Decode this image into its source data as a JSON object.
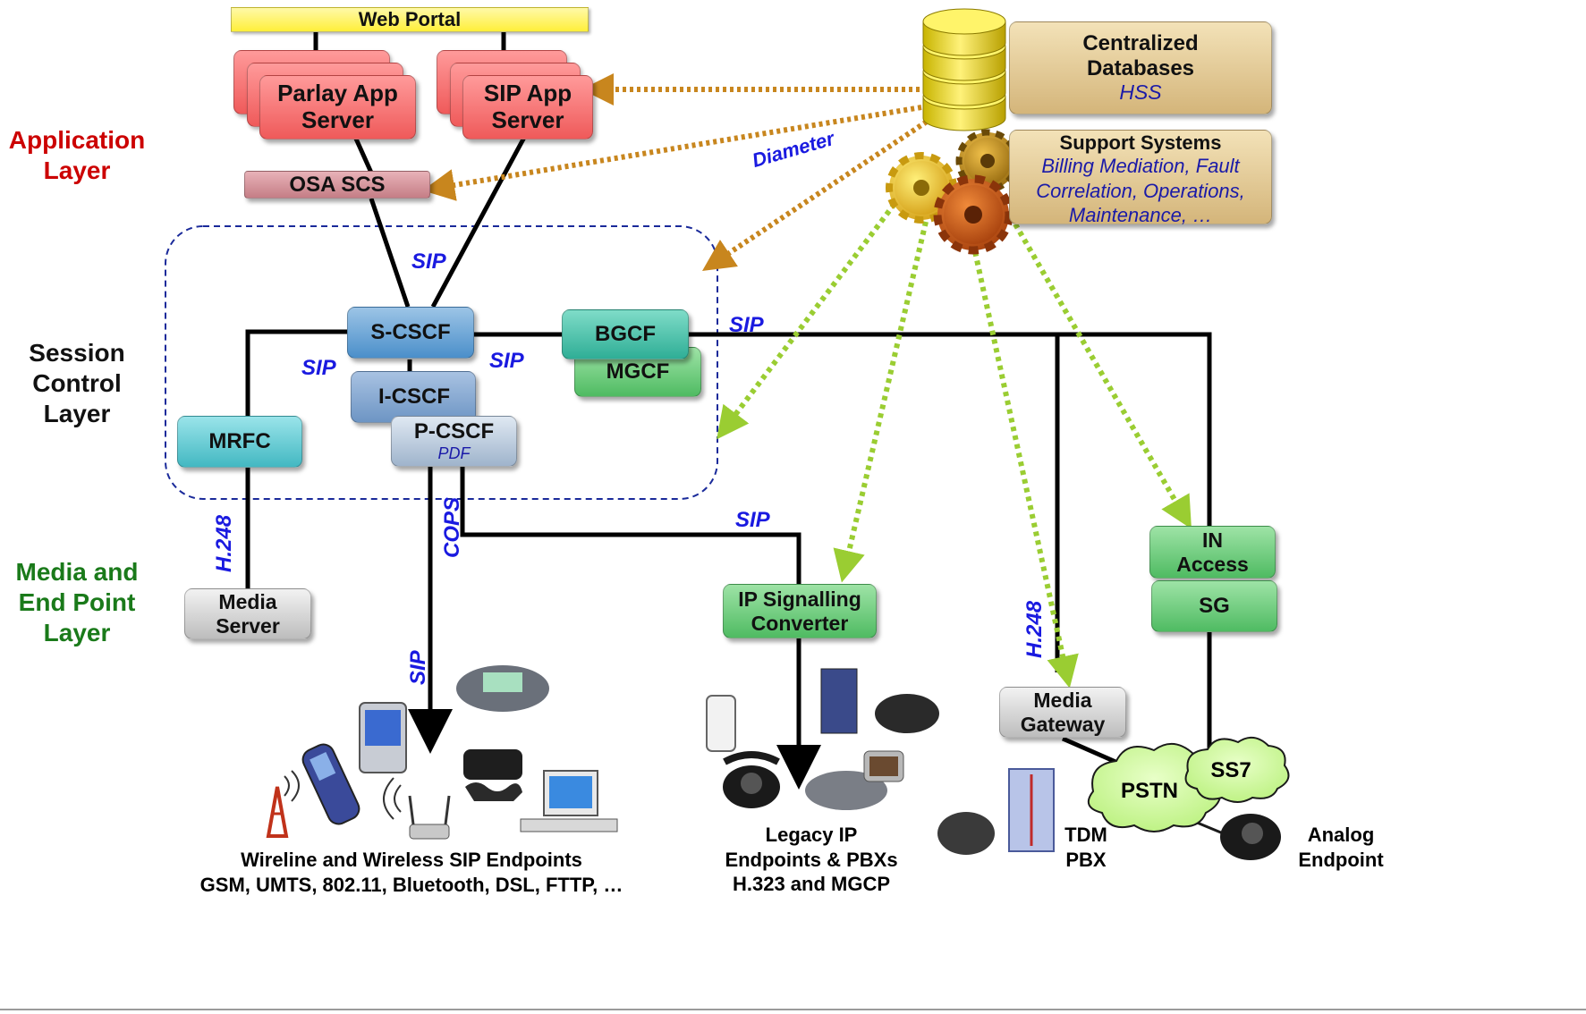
{
  "layers": {
    "application": "Application\nLayer",
    "session": "Session\nControl\nLayer",
    "media": "Media and\nEnd Point\nLayer"
  },
  "colors": {
    "application_layer": "#cc0000",
    "session_layer": "#111111",
    "media_layer": "#1a7a1a",
    "protocol": "#1a1ae0",
    "diameter_arrow": "#c8861e",
    "support_arrow": "#9acd32"
  },
  "nodes": {
    "web_portal": "Web Portal",
    "parlay_app_server": "Parlay App\nServer",
    "sip_app_server": "SIP App\nServer",
    "osa_scs": "OSA SCS",
    "s_cscf": "S-CSCF",
    "i_cscf": "I-CSCF",
    "p_cscf": "P-CSCF",
    "p_cscf_sub": "PDF",
    "bgcf": "BGCF",
    "mgcf": "MGCF",
    "mrfc": "MRFC",
    "media_server": "Media\nServer",
    "ip_signalling_converter": "IP Signalling\nConverter",
    "media_gateway": "Media\nGateway",
    "in_access": "IN\nAccess",
    "sg": "SG",
    "pstn": "PSTN",
    "ss7": "SS7"
  },
  "databases": {
    "title": "Centralized\nDatabases",
    "subtitle": "HSS"
  },
  "support_systems": {
    "title": "Support Systems",
    "subtitle": "Billing Mediation, Fault\nCorrelation, Operations,\nMaintenance, …"
  },
  "protocols": {
    "diameter": "Diameter",
    "sip_upper": "SIP",
    "sip_left": "SIP",
    "sip_right": "SIP",
    "sip_bgcf": "SIP",
    "sip_mid": "SIP",
    "sip_endpoints": "SIP",
    "h248_left": "H.248",
    "h248_right": "H.248",
    "cops": "COPS"
  },
  "endpoints": {
    "sip": "Wireline and Wireless SIP Endpoints\nGSM, UMTS, 802.11, Bluetooth, DSL, FTTP, …",
    "legacy": "Legacy IP\nEndpoints & PBXs\nH.323 and MGCP",
    "tdm": "TDM\nPBX",
    "analog": "Analog\nEndpoint"
  }
}
